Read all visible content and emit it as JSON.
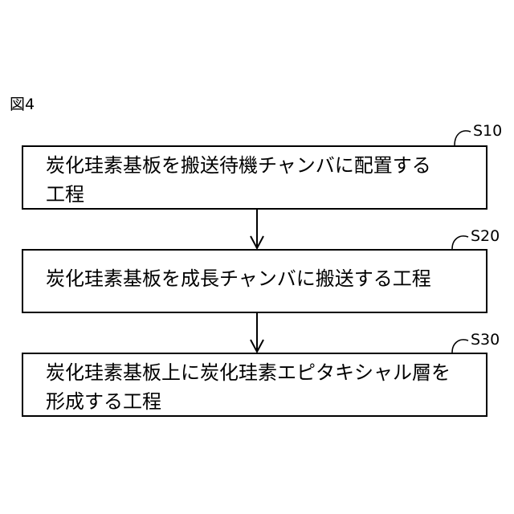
{
  "figure": {
    "label": "図4"
  },
  "steps": [
    {
      "id": "S10",
      "text": "炭化珪素基板を搬送待機チャンバに配置する\n工程"
    },
    {
      "id": "S20",
      "text": "炭化珪素基板を成長チャンバに搬送する工程"
    },
    {
      "id": "S30",
      "text": "炭化珪素基板上に炭化珪素エピタキシャル層を\n形成する工程"
    }
  ]
}
